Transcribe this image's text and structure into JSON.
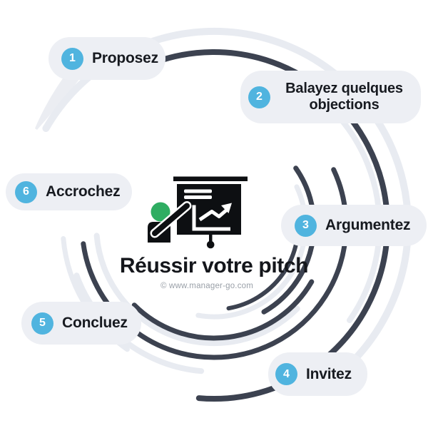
{
  "page": {
    "title": "Réussir votre pitch",
    "credit": "© www.manager-go.com",
    "background": "#ffffff"
  },
  "steps": [
    {
      "number": "1",
      "label": "Proposez"
    },
    {
      "number": "2",
      "label": "Balayez quelques objections"
    },
    {
      "number": "3",
      "label": "Argumentez"
    },
    {
      "number": "4",
      "label": "Invitez"
    },
    {
      "number": "5",
      "label": "Concluez"
    },
    {
      "number": "6",
      "label": "Accrochez"
    }
  ],
  "colors": {
    "badge_blue": "#50b4df",
    "pill_background": "#edeff4",
    "dark_arc": "#3c4250",
    "light_arc": "#e8ebf1",
    "presenter_head_green": "#2fad62",
    "icon_black": "#0d0f12",
    "title_text": "#14161b",
    "credit_gray": "#9aa0a8"
  },
  "icons": {
    "center_illustration": "presenter-pointing-at-presentation-screen-with-rising-chart",
    "step_badge": "numbered-circle-badge",
    "background_graphic": "spiral-swoosh"
  }
}
